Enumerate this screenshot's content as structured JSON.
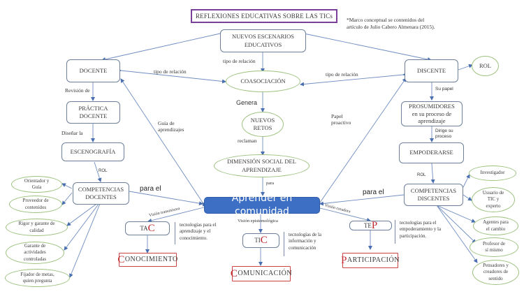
{
  "title": "REFLEXIONES EDUCATIVAS SOBRE LAS TICs",
  "note": {
    "line1": "*Marco conceptual se contenidos del",
    "line2": "artículo de Julio Cabero Almenara (2015)."
  },
  "center": "Aprender en comunidad",
  "top": {
    "escenarios": "NUEVOS ESCENARIOS EDUCATIVOS",
    "coasociacion": "COASOCIACIÓN",
    "retos": "NUEVOS RETOS",
    "dimension": "DIMENSIÓN SOCIAL DEL APRENDIZAJE"
  },
  "left": {
    "docente": "DOCENTE",
    "practica": "PRÁCTICA DOCENTE",
    "escenografia": "ESCENOGRAFÍA",
    "competencias": "COMPETENCIAS DOCENTES",
    "roles": [
      "Orientador y Guía",
      "Proveedor de contenidos",
      "Rigor y garante de calidad",
      "Garante de actividades controladas",
      "Fijador de metas, quien pregunta"
    ]
  },
  "right": {
    "discente": "DISCENTE",
    "rol": "ROL",
    "prosumidores": "PROSUMIDORES en su proceso de aprendizaje",
    "empoderarse": "EMPODERARSE",
    "competencias": "COMPETENCIAS DISCENTES",
    "roles": [
      "Investigador",
      "Usuario de TIC y experto",
      "Agentes para el cambio",
      "Profesor de sí mismo",
      "Pensadores y creadores de sentido"
    ]
  },
  "labels": {
    "tipo_relacion_top": "tipo de relación",
    "tipo_relacion_left": "tipo de relación",
    "tipo_relacion_right": "tipo de relación",
    "genera": "Genera",
    "reclaman": "reclaman",
    "para": "para",
    "revision": "Revisión de",
    "disenar": "Diseñar la",
    "rol_left": "ROL",
    "rol_right": "ROL",
    "guia": "Guía de aprendizajes",
    "papel": "Papel proactivo",
    "su_papel": "Su papel",
    "dirige": "Dirige su proceso",
    "para_el_left": "para el",
    "para_el_right": "para el",
    "vision_transmisora": "Visión transmisora",
    "vision_epistemologica": "Visión epistemológica",
    "vision_creadora": "Visión creadora"
  },
  "tech": [
    {
      "prefix": "TA",
      "letter": "C",
      "desc": "tecnologías para el aprendizaje y el conocimiento.",
      "result_cap": "C",
      "result_rest": "ONOCIMIENTO"
    },
    {
      "prefix": "TI",
      "letter": "C",
      "desc": "tecnologías de la información y comunicación",
      "result_cap": "C",
      "result_rest": "OMUNICACIÓN"
    },
    {
      "prefix": "TE",
      "letter": "P",
      "desc": "tecnologías para el empoderamiento y la participación.",
      "result_cap": "P",
      "result_rest": "ARTICIPACIÓN"
    }
  ],
  "colors": {
    "accent": "#3d6fc4",
    "title_border": "#7a3f97",
    "oval_border": "#9dc17f",
    "result_red": "#c0272d",
    "connector": "#5a7fb8"
  }
}
